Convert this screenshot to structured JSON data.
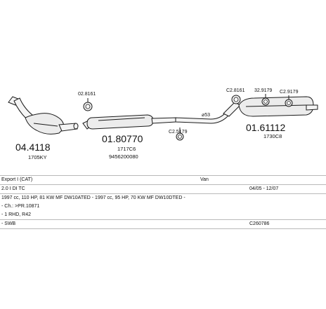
{
  "parts": {
    "catalytic": {
      "code": "04.4118",
      "ref": "1705KY"
    },
    "center_silencer": {
      "code": "01.80770",
      "ref1": "1717C6",
      "ref2": "9456200080"
    },
    "rear_silencer": {
      "code": "01.61112",
      "ref": "1730C8"
    },
    "clamp_center": {
      "code": "02.8161"
    },
    "clamp_pipe": {
      "code": "C2.5179"
    },
    "clamp_rear_1": {
      "code": "C2.8161"
    },
    "clamp_rear_2": {
      "code": "32.9179"
    },
    "clamp_rear_3": {
      "code": "C2.9179"
    },
    "pipe_length": {
      "label": "⌀53"
    }
  },
  "info": {
    "header": {
      "col1": "Export I (CAT)",
      "col2": "Van"
    },
    "engine": {
      "col1": "2.0 I DI TC",
      "col3": "04/05 - 12/07"
    },
    "spec": "1997 cc, 110 HP, 81 KW MF DW10ATED - 1997 cc, 95 HP, 70 KW MF DW10DTED -",
    "chassis": "- Ch.: >PR.10871",
    "drive": "- 1 RHD, R42",
    "body": {
      "col1": "- SWB",
      "col3": "C260786"
    }
  },
  "colors": {
    "line": "#1a1a1a",
    "part_fill": "#ececec",
    "rule": "#b9b9b9"
  }
}
